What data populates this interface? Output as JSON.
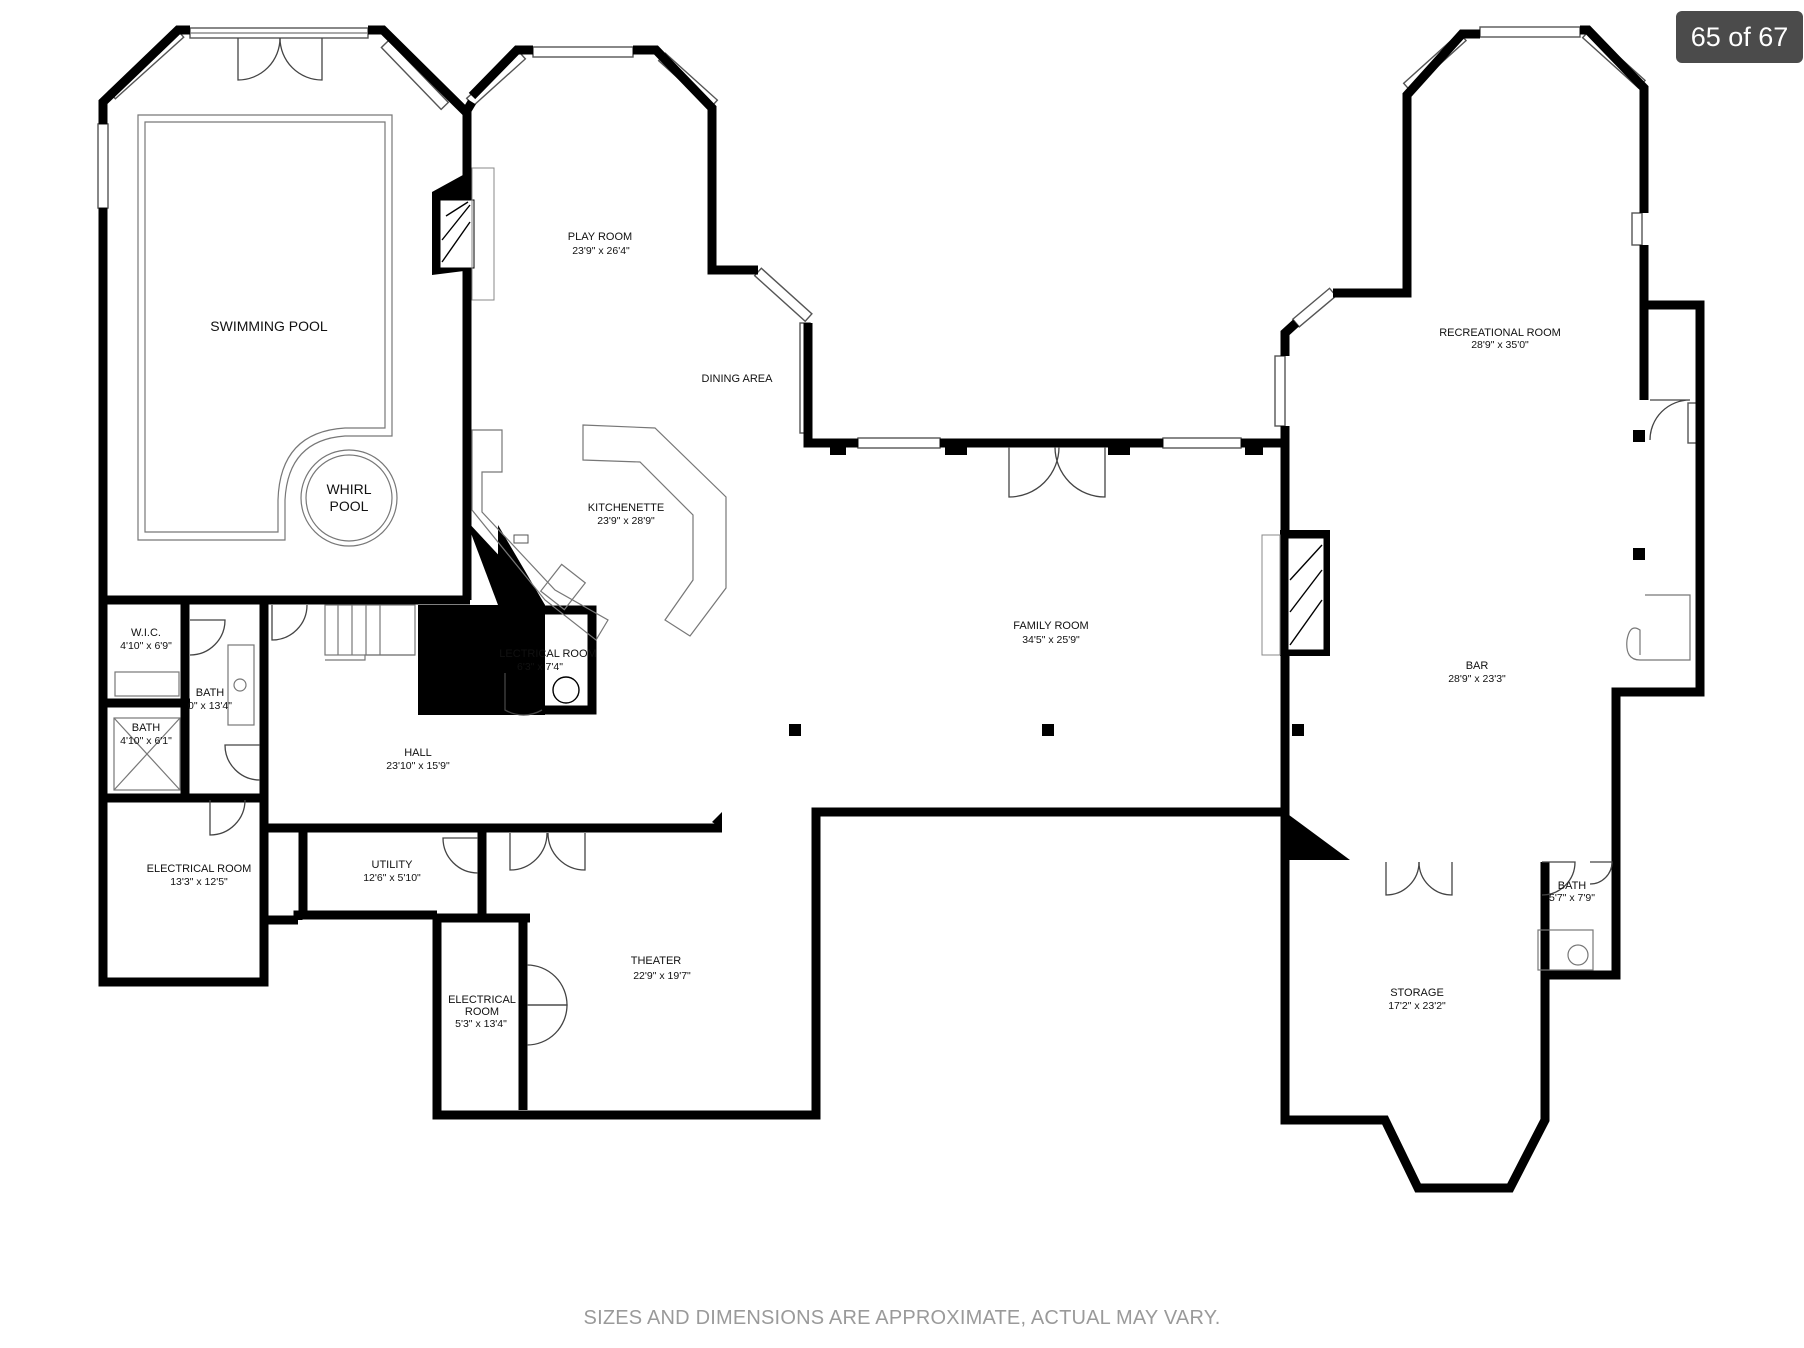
{
  "viewer": {
    "counter": "65 of 67"
  },
  "disclaimer": "SIZES AND DIMENSIONS ARE APPROXIMATE, ACTUAL MAY VARY.",
  "rooms": {
    "swimming_pool": {
      "name": "SWIMMING POOL"
    },
    "whirl_pool": {
      "line1": "WHIRL",
      "line2": "POOL"
    },
    "play_room": {
      "name": "PLAY ROOM",
      "dims": "23'9\" x 26'4\""
    },
    "dining_area": {
      "name": "DINING AREA"
    },
    "kitchenette": {
      "name": "KITCHENETTE",
      "dims": "23'9\" x 28'9\""
    },
    "recreational_room": {
      "name": "RECREATIONAL ROOM",
      "dims": "28'9\" x 35'0\""
    },
    "family_room": {
      "name": "FAMILY ROOM",
      "dims": "34'5\" x 25'9\""
    },
    "bar": {
      "name": "BAR",
      "dims": "28'9\" x 23'3\""
    },
    "wic": {
      "name": "W.I.C.",
      "dims": "4'10\" x 6'9\""
    },
    "bath_1": {
      "name": "BATH",
      "dims": "0\" x 13'4\""
    },
    "bath_2": {
      "name": "BATH",
      "dims": "4'10\" x 6'1\""
    },
    "electrical_room_1": {
      "name": "LECTRICAL ROOM",
      "dims": "6'3\" x 7'4\""
    },
    "hall": {
      "name": "HALL",
      "dims": "23'10\" x 15'9\""
    },
    "electrical_room_2": {
      "name": "ELECTRICAL ROOM",
      "dims": "13'3\" x 12'5\""
    },
    "utility": {
      "name": "UTILITY",
      "dims": "12'6\" x 5'10\""
    },
    "theater": {
      "name": "THEATER",
      "dims": "22'9\" x 19'7\""
    },
    "electrical_room_3": {
      "line1": "ELECTRICAL",
      "line2": "ROOM",
      "dims": "5'3\" x 13'4\""
    },
    "storage": {
      "name": "STORAGE",
      "dims": "17'2\" x 23'2\""
    },
    "bath_3": {
      "name": "BATH",
      "dims": "5'7\" x 7'9\""
    }
  },
  "colors": {
    "wall": "#000000",
    "badge": "#4b4b4b",
    "disclaimer": "#9a9a9a"
  }
}
